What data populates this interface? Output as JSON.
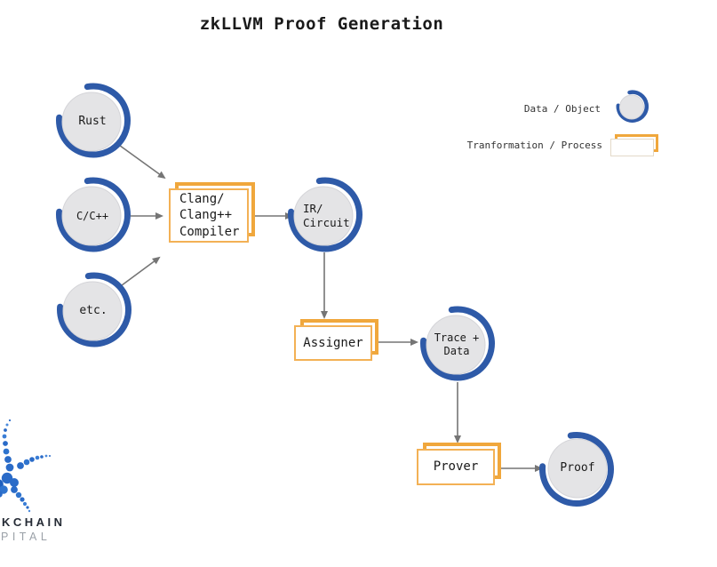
{
  "title": "zkLLVM Proof Generation",
  "nodes": {
    "rust": {
      "label": "Rust"
    },
    "cpp": {
      "label": "C/C++"
    },
    "etc": {
      "label": "etc."
    },
    "ir_circuit": {
      "label": "IR/\nCircuit"
    },
    "trace_data": {
      "label": "Trace +\nData"
    },
    "proof": {
      "label": "Proof"
    }
  },
  "processes": {
    "compiler": {
      "label": "Clang/\nClang++\nCompiler"
    },
    "assigner": {
      "label": "Assigner"
    },
    "prover": {
      "label": "Prover"
    }
  },
  "legend": {
    "data_object_label": "Data / Object",
    "process_label": "Tranformation / Process"
  },
  "logo": {
    "line1": "KCHAIN",
    "line2": "PITAL"
  },
  "colors": {
    "arc_blue": "#2E5AA8",
    "process_orange": "#F0A73C",
    "node_fill": "#E4E4E6",
    "arrow_gray": "#757575"
  }
}
